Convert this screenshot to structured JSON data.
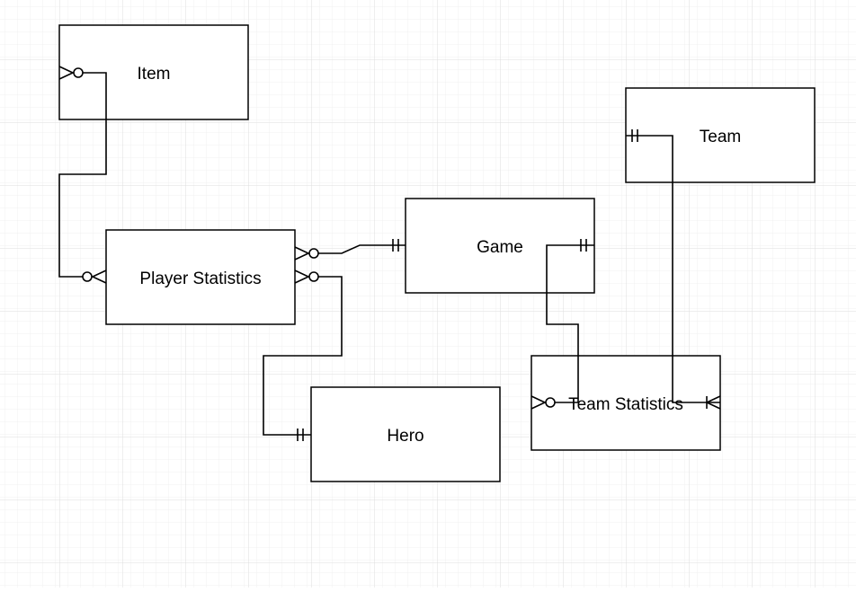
{
  "diagram": {
    "colors": {
      "background": "#ffffff",
      "grid_minor": "#f0f0f0",
      "grid_major": "#dedede",
      "stroke": "#000000",
      "text": "#000000"
    },
    "entities": {
      "item": "Item",
      "team": "Team",
      "game": "Game",
      "player_statistics": "Player Statistics",
      "team_statistics": "Team Statistics",
      "hero": "Hero"
    },
    "relationships": [
      {
        "from": "Item",
        "to": "Player Statistics",
        "from_end": "zero-or-many",
        "to_end": "zero-or-many"
      },
      {
        "from": "Player Statistics",
        "to": "Game",
        "from_end": "zero-or-many",
        "to_end": "one-and-only-one"
      },
      {
        "from": "Player Statistics",
        "to": "Hero",
        "from_end": "zero-or-many",
        "to_end": "one-and-only-one"
      },
      {
        "from": "Game",
        "to": "Team Statistics",
        "from_end": "one-and-only-one",
        "to_end": "zero-or-many"
      },
      {
        "from": "Team",
        "to": "Team Statistics",
        "from_end": "one-and-only-one",
        "to_end": "one-or-many"
      }
    ]
  }
}
